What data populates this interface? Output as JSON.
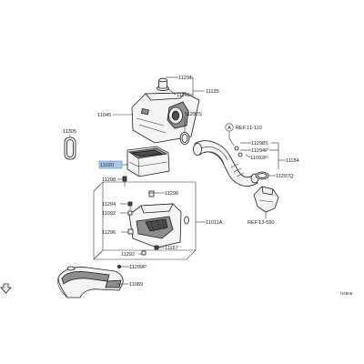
{
  "labels": {
    "p11291": "11291",
    "p11135": "11135",
    "p11142": "11142",
    "p11045": "11045",
    "p11297s": "11297S",
    "ref_11_110": "REF.11-110",
    "p11298s": "11298S",
    "p11294p": "11294P",
    "p11092p": "11092P",
    "p11184": "11184",
    "p11297q": "11297Q",
    "p11305": "11305",
    "p11020": "11020",
    "p11298": "11298",
    "p11296_top": "11296",
    "p11294": "11294",
    "p11092": "11092",
    "p11011a": "11011A",
    "p11296_left": "11296",
    "ref_13_550": "REF.13-550",
    "p11292": "11292",
    "p11167": "11167",
    "p11299p": "11299P",
    "p11089": "11089",
    "callout_a": "A",
    "code": "H2505"
  },
  "highlight": {
    "part": "11020",
    "color": "#a9c8ea"
  }
}
